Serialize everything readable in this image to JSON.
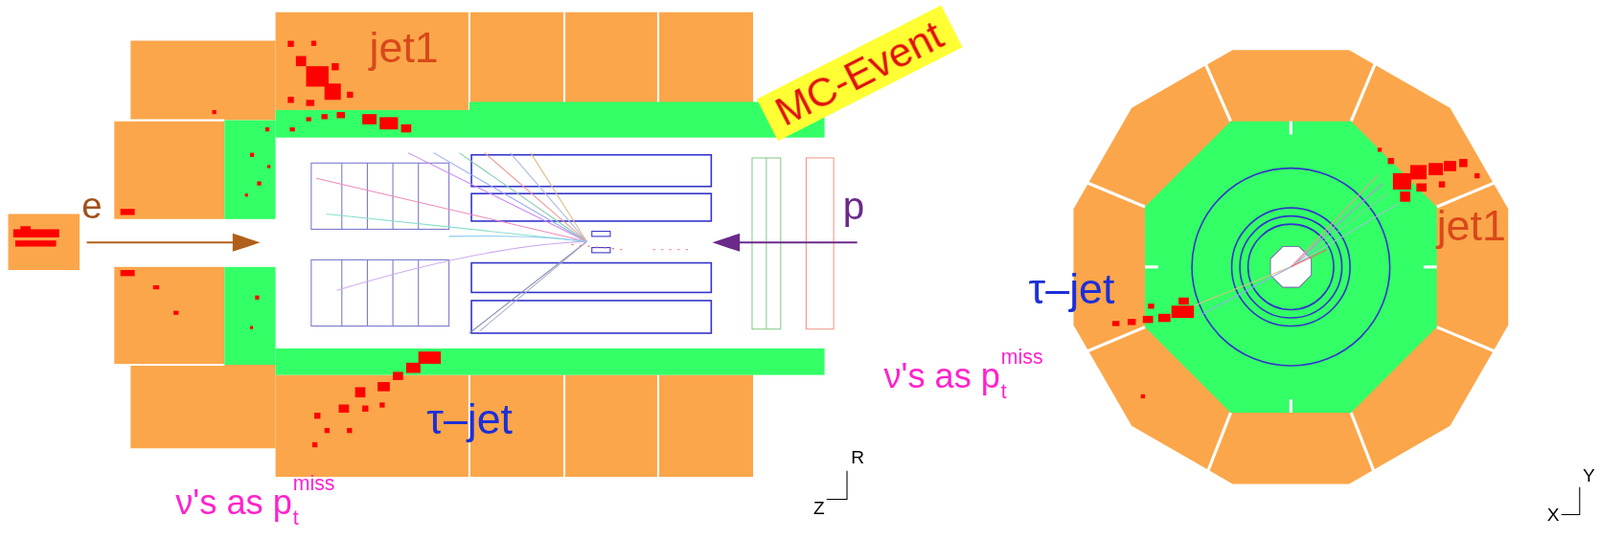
{
  "diagram": {
    "nodes": [
      {
        "text": [
          "MC-Event"
        ]
      }
    ],
    "labels": [
      "jet1",
      "e",
      "p",
      "τ–jet",
      "ν's as p",
      "miss",
      "t",
      "R",
      "Z",
      "jet1",
      "τ–jet",
      "ν's as p",
      "miss",
      "t",
      "Y",
      "X"
    ]
  }
}
